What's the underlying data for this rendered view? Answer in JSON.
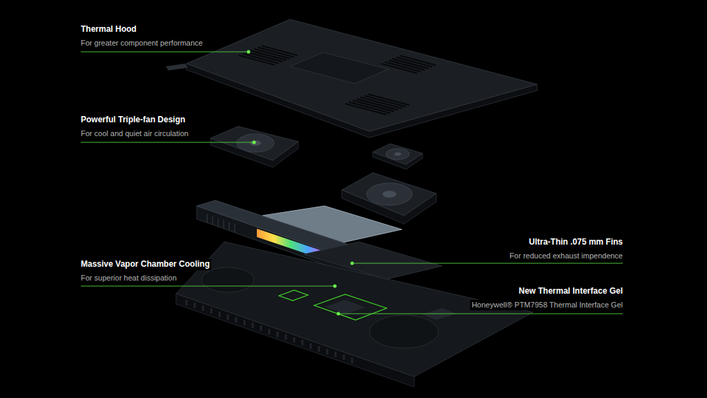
{
  "diagram": {
    "labels": [
      "Thermal Hood",
      "For greater component performance",
      "Powerful Triple-fan Design",
      "For cool and quiet air circulation",
      "Ultra-Thin .075 mm Fins",
      "For reduced exhaust impendence",
      "Massive Vapor Chamber Cooling",
      "For superior heat dissipation",
      "New Thermal Interface Gel",
      "Honeywell® PTM7958 Thermal Interface Gel"
    ]
  }
}
